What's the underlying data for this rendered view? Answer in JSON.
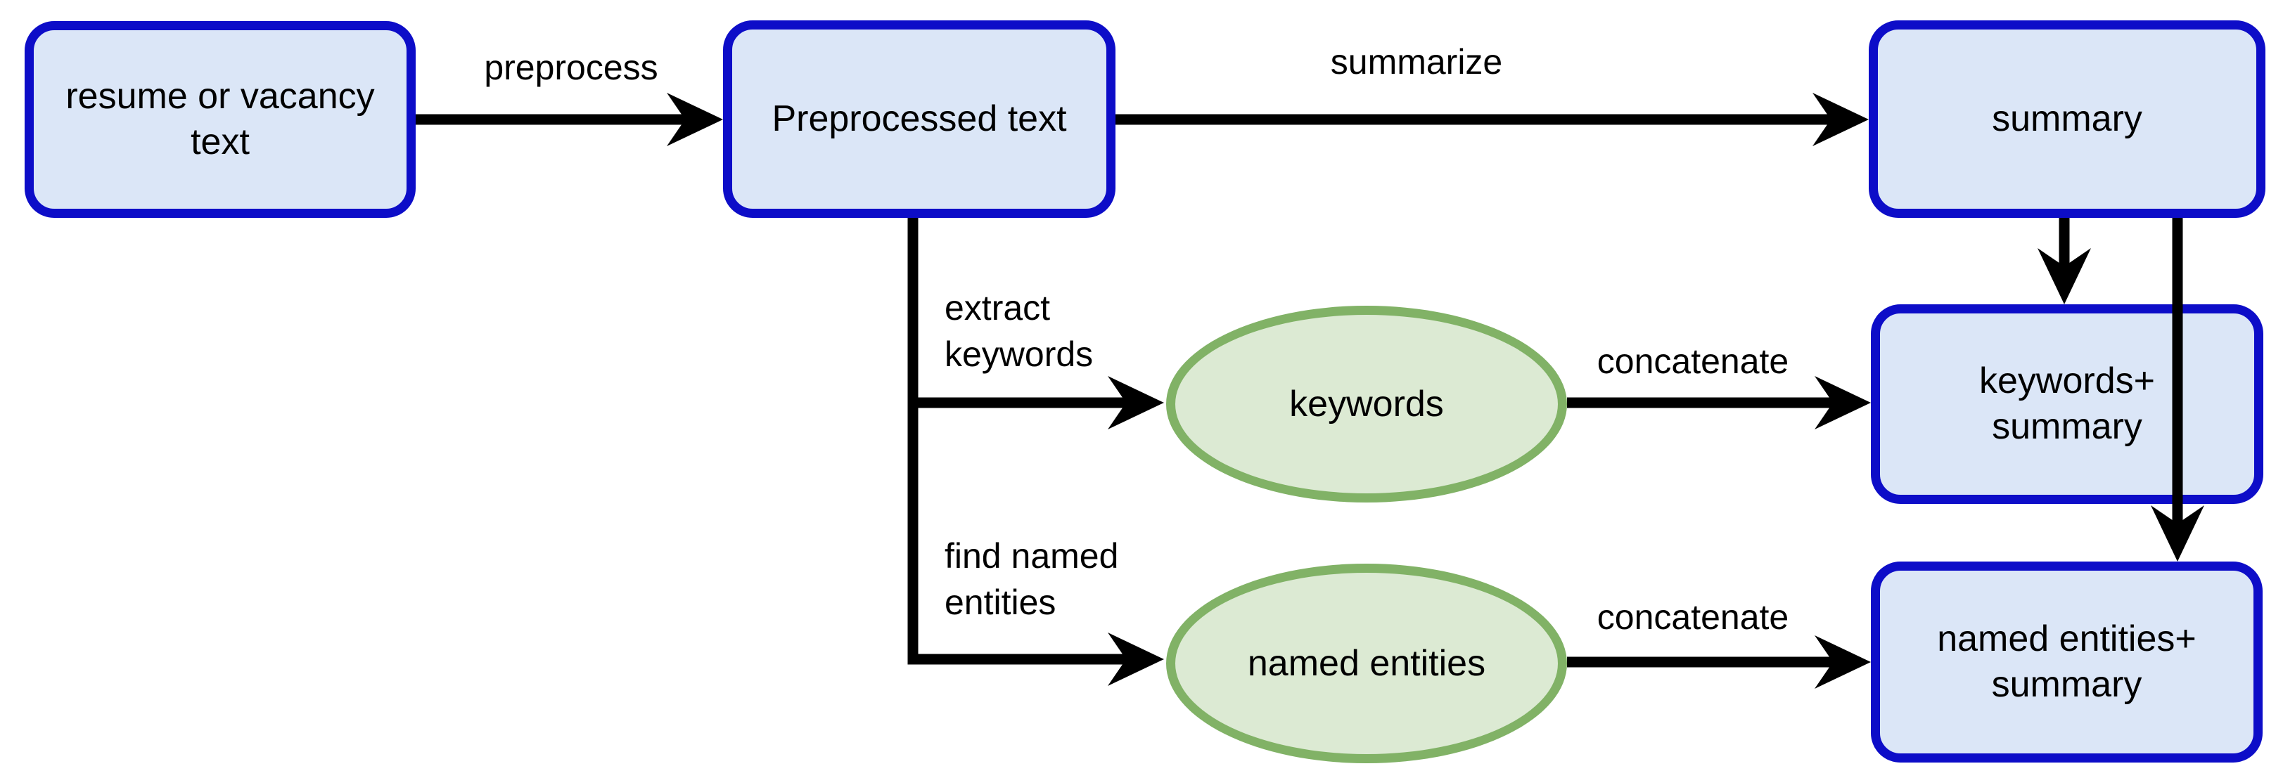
{
  "diagram": {
    "title": "resume/vacancy text processing pipeline flowchart",
    "nodes": {
      "resume": "resume or vacancy\ntext",
      "preprocessed": "Preprocessed text",
      "summary": "summary",
      "keywords_summary": "keywords+\nsummary",
      "named_entities_summary": "named entities+\nsummary",
      "keywords": "keywords",
      "named_entities": "named entities"
    },
    "edge_labels": {
      "preprocess": "preprocess",
      "summarize": "summarize",
      "extract_keywords": "extract\nkeywords",
      "find_named_entities": "find named\nentities",
      "concatenate_keywords": "concatenate",
      "concatenate_named_entities": "concatenate"
    }
  },
  "colors": {
    "node_fill": "#dbe6f7",
    "node_border": "#0d0dc8",
    "ellipse_fill": "#dcead3",
    "ellipse_border": "#81b266",
    "arrow": "#000000",
    "text": "#000000",
    "background": "#ffffff"
  }
}
